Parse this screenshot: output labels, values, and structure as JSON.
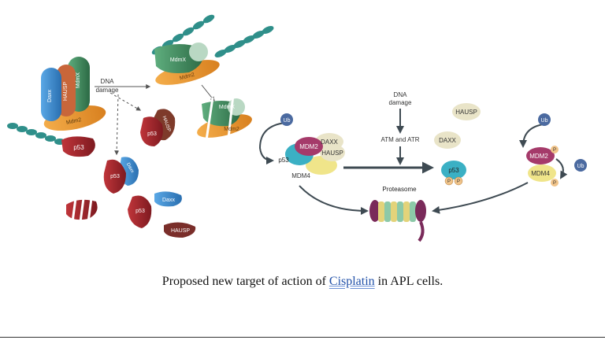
{
  "left_panel": {
    "complex_labels": {
      "daxx": "Daxx",
      "hausp": "HAUSP",
      "mdmx": "MdmX",
      "mdm2": "Mdm2"
    },
    "arrow_label": [
      "DNA",
      "damage"
    ],
    "right_complex": {
      "mdmx": "MdmX",
      "mdm2": "Mdm2"
    },
    "broken_complex": {
      "mdmx": "MdmX",
      "mdm2": "Mdm2"
    },
    "free_p53_bound": {
      "p53": "p53",
      "hausp": "HAUSP"
    },
    "p53_left": "p53",
    "p53_daxx": {
      "p53": "p53",
      "daxx": "Daxx"
    },
    "p53_single": "p53",
    "daxx_single": "Daxx",
    "hausp_single": "HAUSP"
  },
  "right_panel": {
    "ub": "Ub",
    "proteins": {
      "p53": "p53",
      "mdm2": "MDM2",
      "daxx": "DAXX",
      "hausp": "HAUSP",
      "mdm4": "MDM4"
    },
    "dna_damage": [
      "DNA",
      "damage"
    ],
    "kinases": "ATM and ATR",
    "free_hausp": "HAUSP",
    "free_daxx": "DAXX",
    "p53_phos": {
      "p53": "p53",
      "p": "P"
    },
    "proteasome": "Proteasome",
    "right_complex": {
      "mdm2": "MDM2",
      "mdm4": "MDM4",
      "p": "P",
      "ub": "Ub"
    }
  },
  "caption": {
    "before": "Proposed new target of action of ",
    "link": "Cisplatin",
    "after": " in APL cells."
  },
  "colors": {
    "daxx_blue": "#3a86c8",
    "hausp_orange": "#d87a45",
    "mdmx_green": "#3f8a5e",
    "mdm2_orange": "#ee9a36",
    "p53_red": "#a8252c",
    "dna_teal": "#2f8f8a",
    "proteasome_purple": "#7a2a5a"
  }
}
